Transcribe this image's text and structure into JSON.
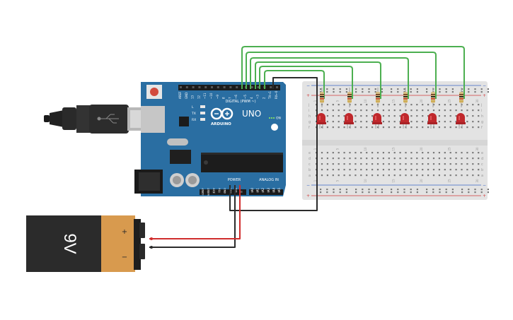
{
  "board": {
    "brand": "ARDUINO",
    "model": "UNO",
    "on_label": "ON",
    "digital_label": "DIGITAL (PWM ~)",
    "power_label": "POWER",
    "analog_label": "ANALOG IN",
    "digital_pins": [
      "AREF",
      "GND",
      "13",
      "12",
      "~11",
      "~10",
      "~9",
      "8",
      "7",
      "~6",
      "~5",
      "4",
      "~3",
      "2",
      "TX→1",
      "RX←0"
    ],
    "power_pins": [
      "IOREF",
      "RESET",
      "3.3V",
      "5V",
      "GND",
      "GND",
      "Vin"
    ],
    "analog_pins": [
      "A0",
      "A1",
      "A2",
      "A3",
      "A4",
      "A5"
    ],
    "led_labels": [
      "L",
      "TX",
      "RX"
    ],
    "colors": {
      "board": "#2a6ea2",
      "board_dark": "#1f5a86"
    }
  },
  "battery": {
    "label": "9V",
    "plus": "+",
    "minus": "−",
    "colors": {
      "body": "#2b2b2b",
      "cap": "#d89a4e"
    }
  },
  "breadboard": {
    "rail_plus": "+",
    "rail_minus": "−",
    "row_letters_top": [
      "j",
      "i",
      "h",
      "g",
      "f"
    ],
    "row_letters_bottom": [
      "e",
      "d",
      "c",
      "b",
      "a"
    ],
    "column_numbers": [
      "1",
      "5",
      "10",
      "15",
      "20",
      "25",
      "30"
    ]
  },
  "components": {
    "led_count": 6,
    "resistor_count": 6,
    "led_color": "#c0282c",
    "wire_color": "#4caf50"
  }
}
